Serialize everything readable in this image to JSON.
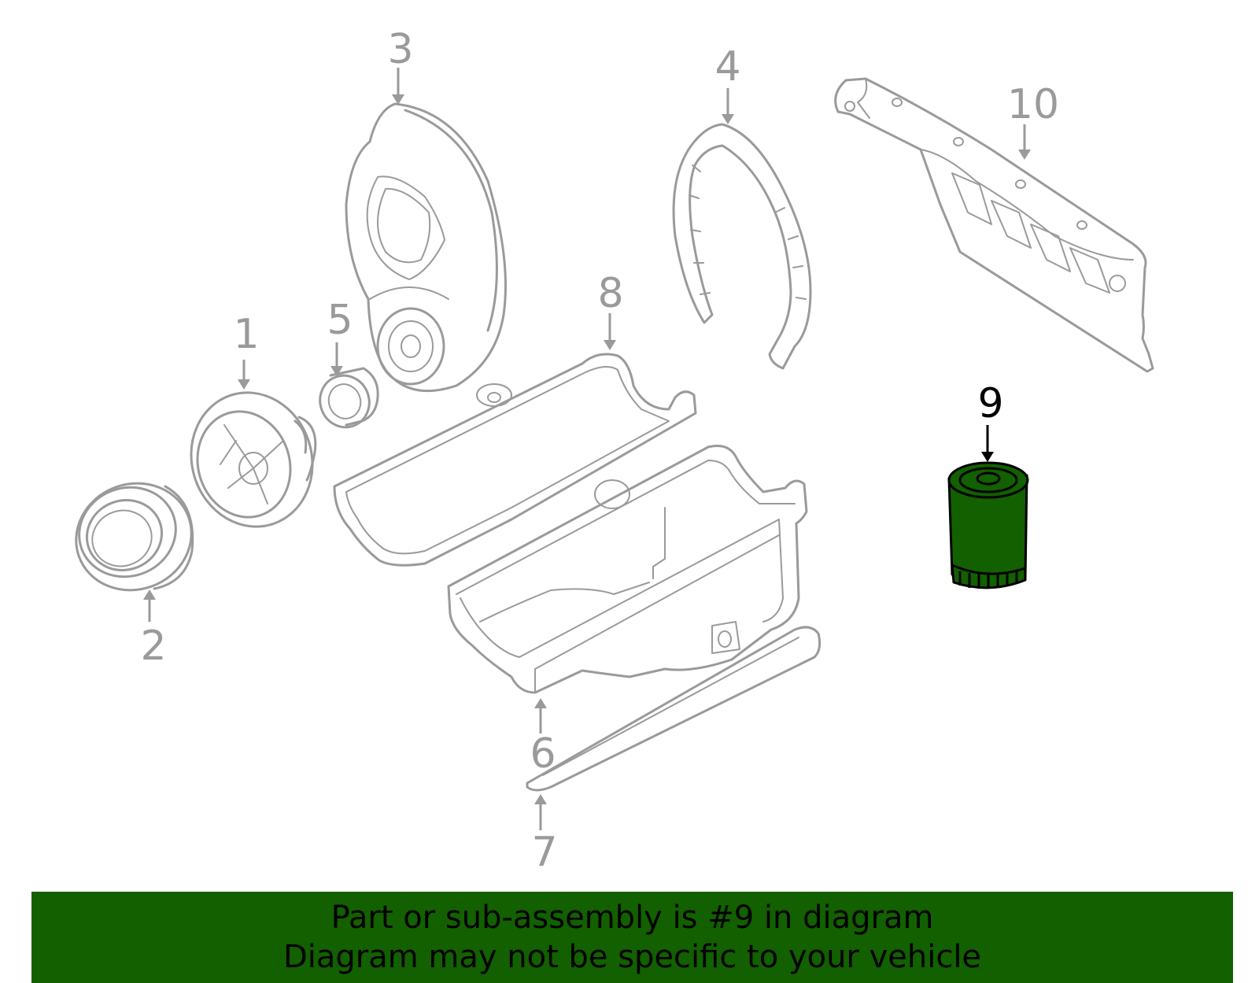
{
  "diagram": {
    "callouts": [
      {
        "id": "1",
        "label": "1"
      },
      {
        "id": "2",
        "label": "2"
      },
      {
        "id": "3",
        "label": "3"
      },
      {
        "id": "4",
        "label": "4"
      },
      {
        "id": "5",
        "label": "5"
      },
      {
        "id": "6",
        "label": "6"
      },
      {
        "id": "7",
        "label": "7"
      },
      {
        "id": "8",
        "label": "8"
      },
      {
        "id": "9",
        "label": "9"
      },
      {
        "id": "10",
        "label": "10"
      }
    ],
    "highlighted_part": "9",
    "highlight_color": "#126000",
    "part_line_color": "#9a9a9a"
  },
  "banner": {
    "line1": "Part or sub-assembly is #9 in diagram",
    "line2": "Diagram may not be specific to your vehicle",
    "background": "#126000"
  }
}
